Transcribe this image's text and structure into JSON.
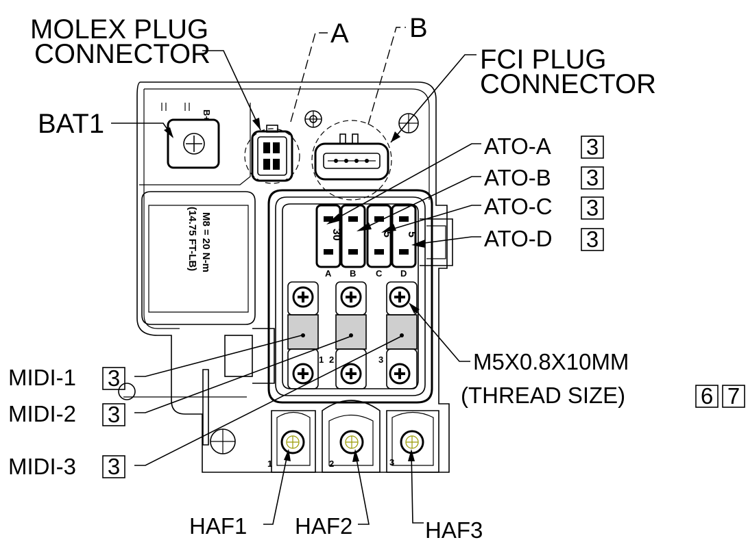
{
  "labels": {
    "molex_line1": "MOLEX PLUG",
    "molex_line2": "CONNECTOR",
    "view_a": "A",
    "view_b": "B",
    "fci_line1": "FCI PLUG",
    "fci_line2": "CONNECTOR",
    "bat1": "BAT1",
    "b_plus": "B+",
    "ato_a": "ATO-A",
    "ato_b": "ATO-B",
    "ato_c": "ATO-C",
    "ato_d": "ATO-D",
    "torque_line1": "M8 = 20 N-m",
    "torque_line2": "(14.75 FT-LB)",
    "midi_1": "MIDI-1",
    "midi_2": "MIDI-2",
    "midi_3": "MIDI-3",
    "thread_line1": "M5X0.8X10MM",
    "thread_line2": "(THREAD SIZE)",
    "haf1": "HAF1",
    "haf2": "HAF2",
    "haf3": "HAF3"
  },
  "note_flags": {
    "ato_a": "3",
    "ato_b": "3",
    "ato_c": "3",
    "ato_d": "3",
    "midi_1": "3",
    "midi_2": "3",
    "midi_3": "3",
    "thread_1": "6",
    "thread_2": "7"
  },
  "fuses": {
    "ato_a_rating": "30",
    "ato_c_rating": "5",
    "ato_d_rating": "5",
    "slot_a": "A",
    "slot_b": "B",
    "slot_c": "C",
    "slot_d": "D"
  },
  "position_marks": {
    "midi_1": "1",
    "midi_2": "2",
    "midi_3": "3",
    "haf_1": "1",
    "haf_2": "2",
    "haf_3": "3"
  }
}
